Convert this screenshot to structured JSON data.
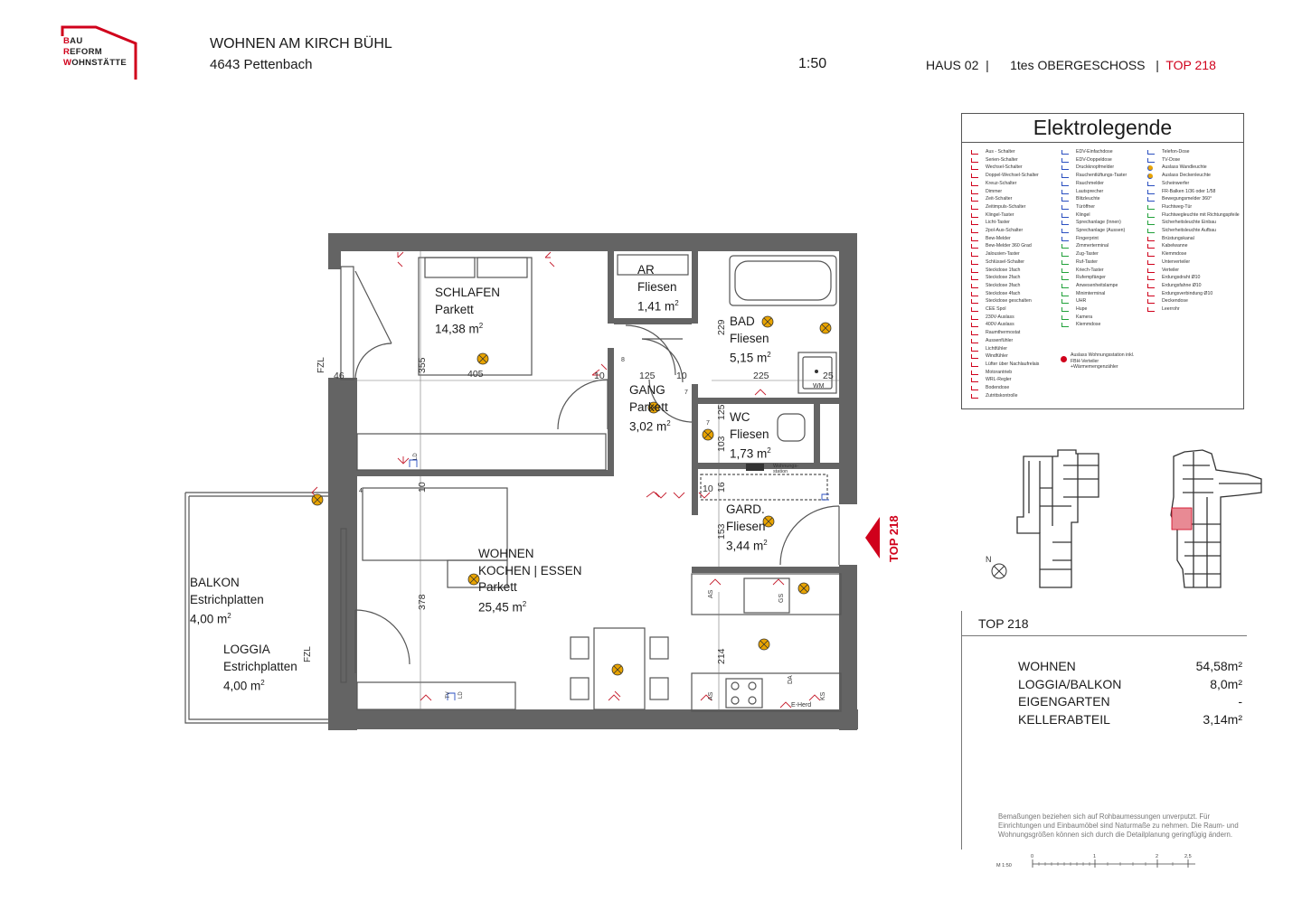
{
  "logo": {
    "lines": [
      [
        "B",
        "AU"
      ],
      [
        "R",
        "EFORM"
      ],
      [
        "W",
        "OHNSTÄTTE"
      ]
    ],
    "color": "#d0001b"
  },
  "header": {
    "project": "WOHNEN AM KIRCH BÜHL",
    "location": "4643 Pettenbach",
    "scale": "1:50",
    "house": "HAUS 02",
    "sep": "|",
    "floor": "1tes OBERGESCHOSS",
    "unit": "TOP 218"
  },
  "legend": {
    "title": "Elektrolegende",
    "col1": [
      "Aus - Schalter",
      "Serien-Schalter",
      "Wechsel-Schalter",
      "Doppel-Wechsel-Schalter",
      "Kreuz-Schalter",
      "Dimmer",
      "Zeit-Schalter",
      "Zeitimpuls-Schalter",
      "Klingel-Taster",
      "Licht-Taster",
      "2pol-Aus-Schalter",
      "Bew-Melder",
      "Bew-Melder 360 Grad",
      "Jalousien-Taster",
      "Schlüssel-Schalter",
      "Steckdose 1fach",
      "Steckdose 2fach",
      "Steckdose 3fach",
      "Steckdose 4fach",
      "Steckdose geschalten",
      "CEE Spol",
      "230V-Auslass",
      "400V-Auslass",
      "Raumthermostat",
      "Aussenfühler",
      "Lichtfühler",
      "Windfühler",
      "Lüfter über Nachlaufrelais",
      "Motorantrieb",
      "WRL-Regler",
      "Bodendose",
      "Zutrittskontrolle"
    ],
    "col2": [
      "EDV-Einfachdose",
      "EDV-Doppeldose",
      "Druckknopfmelder",
      "Rauchentlüftungs-Taster",
      "Rauchmelder",
      "Lautsprecher",
      "Blitzleuchte",
      "Türöffner",
      "Klingel",
      "Sprechanlage (Innen)",
      "Sprechanlage (Aussen)",
      "Fingerprint",
      "Zimmerterminal",
      "Zug-Taster",
      "Ruf-Taster",
      "Kriech-Taster",
      "Rufempfänger",
      "Anwesenheitslampe",
      "Minimterminal",
      "UHR",
      "Hupe",
      "Kamera",
      "Klemmdose"
    ],
    "col3": [
      "Telefon-Dose",
      "TV-Dose",
      "Auslass Wandleuchte",
      "Auslass Deckenleuchte",
      "",
      "Scheinwerfer",
      "FR-Balken 1/36 oder 1/58",
      "Bewegungsmelder 360°",
      "",
      "Fluchtweg-Tür",
      "Fluchtwegleuchte mit Richtungspfeile",
      "Sicherheitsleuchte Einbau",
      "Sicherheitsleuchte Aufbau",
      "Brüstungskanal",
      "Kabelwanne",
      "Klemmdose",
      "Unterverteiler",
      "Verteiler",
      "Erdungsdraht Ø10",
      "Erdungsfahne Ø10",
      "Erdungsverbindung Ø10",
      "Deckendose",
      "Leerrohr"
    ],
    "station": "Auslass Wohnungsstation inkl. FBH-Verteiler +Wärmemengenzähler"
  },
  "rooms": {
    "schlafen": {
      "name": "SCHLAFEN",
      "floor": "Parkett",
      "area": "14,38 m",
      "sup": "2"
    },
    "ar": {
      "name": "AR",
      "floor": "Fliesen",
      "area": "1,41 m",
      "sup": "2"
    },
    "bad": {
      "name": "BAD",
      "floor": "Fliesen",
      "area": "5,15 m",
      "sup": "2"
    },
    "gang": {
      "name": "GANG",
      "floor": "Parkett",
      "area": "3,02 m",
      "sup": "2"
    },
    "wc": {
      "name": "WC",
      "floor": "Fliesen",
      "area": "1,73 m",
      "sup": "2"
    },
    "gard": {
      "name": "GARD.",
      "floor": "Fliesen",
      "area": "3,44 m",
      "sup": "2"
    },
    "wohnen": {
      "name": "WOHNEN",
      "name2": "KOCHEN | ESSEN",
      "floor": "Parkett",
      "area": "25,45 m",
      "sup": "2"
    },
    "balkon": {
      "name": "BALKON",
      "floor": "Estrichplatten",
      "area": "4,00 m",
      "sup": "2"
    },
    "loggia": {
      "name": "LOGGIA",
      "floor": "Estrichplatten",
      "area": "4,00 m",
      "sup": "2"
    }
  },
  "plan_labels": {
    "fzl": "FZL",
    "wm": "WM",
    "as": "AS",
    "gs": "GS",
    "da": "DA",
    "ks": "KS",
    "eherd": "E-Herd",
    "ld": "LD",
    "tv": "TV",
    "wohnungsstation": "Wohnungs-station",
    "top_marker": "TOP 218"
  },
  "dims": [
    "405",
    "355",
    "10",
    "125",
    "10",
    "225",
    "229",
    "25",
    "125",
    "103",
    "10",
    "16",
    "153",
    "378",
    "214",
    "46",
    "10",
    "8",
    "7",
    "7",
    "4"
  ],
  "unit_summary": {
    "label": "TOP 218",
    "rows": [
      {
        "name": "WOHNEN",
        "value": "54,58m²"
      },
      {
        "name": "LOGGIA/BALKON",
        "value": "8,0m²"
      },
      {
        "name": "EIGENGARTEN",
        "value": "-"
      },
      {
        "name": "KELLERABTEIL",
        "value": "3,14m²"
      }
    ]
  },
  "note": "Bemaßungen beziehen sich auf Rohbaumessungen unverputzt. Für Einrichtungen und Einbaumöbel sind Naturmaße zu nehmen. Die Raum- und Wohnungsgrößen können sich durch die Detailplanung geringfügig ändern.",
  "scalebar": {
    "label": "M 1:50",
    "ticks": [
      "0",
      "1",
      "2",
      "2,5"
    ]
  }
}
